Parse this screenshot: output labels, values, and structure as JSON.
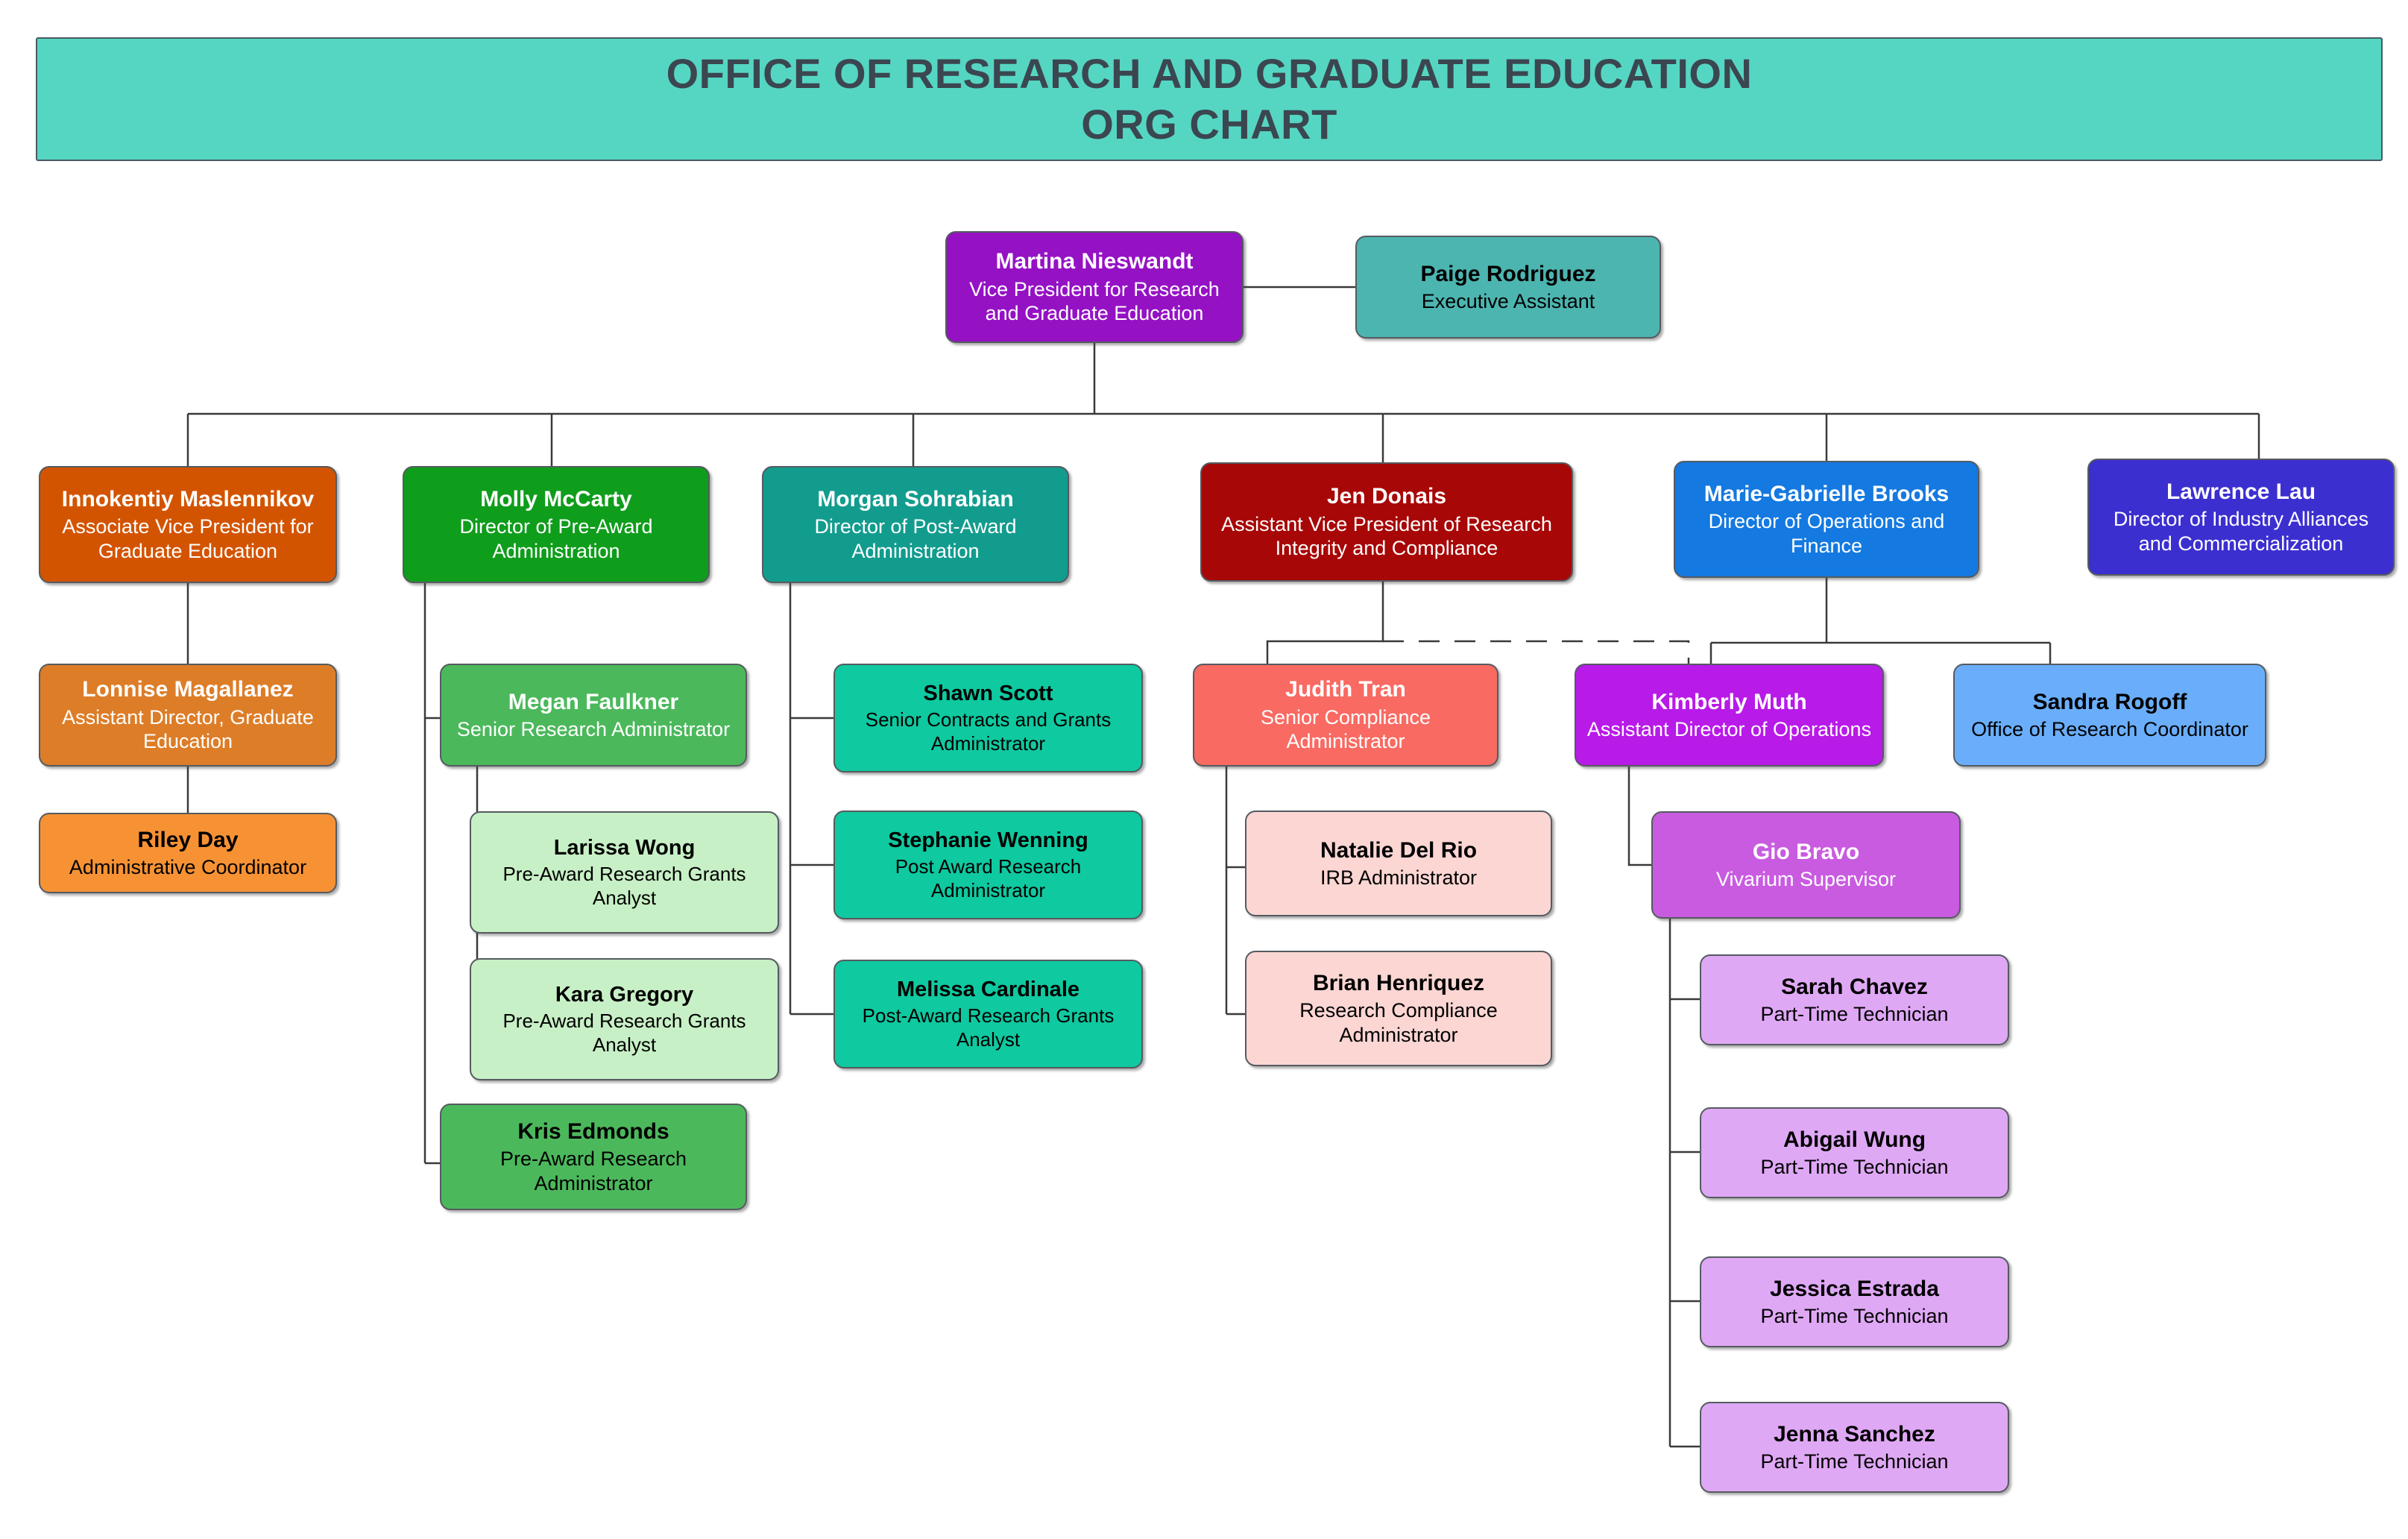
{
  "header": {
    "line1": "OFFICE OF RESEARCH AND GRADUATE EDUCATION",
    "line2": "ORG CHART",
    "bg_color": "#55d6c2",
    "text_color": "#3b4650"
  },
  "chart_data": {
    "type": "diagram",
    "title": "OFFICE OF RESEARCH AND GRADUATE EDUCATION ORG CHART",
    "diagram_kind": "organizational-chart",
    "nodes": [
      {
        "id": "martina",
        "name": "Martina Nieswandt",
        "title": "Vice President for Research and Graduate Education",
        "color": "#9512c4",
        "text_color": "#ffffff",
        "level": 0,
        "parent": null
      },
      {
        "id": "paige",
        "name": "Paige Rodriguez",
        "title": "Executive Assistant",
        "color": "#4cb5b0",
        "text_color": "#000000",
        "level": 0,
        "parent": "martina",
        "relation": "assistant"
      },
      {
        "id": "innokentiy",
        "name": "Innokentiy Maslennikov",
        "title": "Associate Vice President for Graduate Education",
        "color": "#d35400",
        "text_color": "#ffffff",
        "level": 1,
        "parent": "martina"
      },
      {
        "id": "molly",
        "name": "Molly McCarty",
        "title": "Director of Pre-Award Administration",
        "color": "#0f9d1c",
        "text_color": "#ffffff",
        "level": 1,
        "parent": "martina"
      },
      {
        "id": "morgan",
        "name": "Morgan Sohrabian",
        "title": "Director of Post-Award Administration",
        "color": "#129c8e",
        "text_color": "#ffffff",
        "level": 1,
        "parent": "martina"
      },
      {
        "id": "jen",
        "name": "Jen Donais",
        "title": "Assistant Vice President of Research Integrity and Compliance",
        "color": "#a80707",
        "text_color": "#ffffff",
        "level": 1,
        "parent": "martina"
      },
      {
        "id": "marie",
        "name": "Marie-Gabrielle Brooks",
        "title": "Director of Operations and Finance",
        "color": "#1479e0",
        "text_color": "#ffffff",
        "level": 1,
        "parent": "martina"
      },
      {
        "id": "lawrence",
        "name": "Lawrence Lau",
        "title": "Director of Industry Alliances and Commercialization",
        "color": "#3c2fd0",
        "text_color": "#ffffff",
        "level": 1,
        "parent": "martina"
      },
      {
        "id": "lonnise",
        "name": "Lonnise Magallanez",
        "title": "Assistant Director, Graduate Education",
        "color": "#dd7d28",
        "text_color": "#ffffff",
        "level": 2,
        "parent": "innokentiy"
      },
      {
        "id": "riley",
        "name": "Riley Day",
        "title": "Administrative Coordinator",
        "color": "#f79234",
        "text_color": "#000000",
        "level": 3,
        "parent": "lonnise"
      },
      {
        "id": "megan",
        "name": "Megan Faulkner",
        "title": "Senior Research Administrator",
        "color": "#4cb85c",
        "text_color": "#ffffff",
        "level": 2,
        "parent": "molly"
      },
      {
        "id": "larissa",
        "name": "Larissa Wong",
        "title": "Pre-Award Research Grants Analyst",
        "color": "#c8f0c6",
        "text_color": "#000000",
        "level": 3,
        "parent": "megan"
      },
      {
        "id": "kara",
        "name": "Kara Gregory",
        "title": "Pre-Award Research Grants Analyst",
        "color": "#c8f0c6",
        "text_color": "#000000",
        "level": 3,
        "parent": "megan"
      },
      {
        "id": "kris",
        "name": "Kris Edmonds",
        "title": "Pre-Award Research Administrator",
        "color": "#4cb85c",
        "text_color": "#000000",
        "level": 2,
        "parent": "molly"
      },
      {
        "id": "shawn",
        "name": "Shawn Scott",
        "title": "Senior Contracts and Grants Administrator",
        "color": "#0fc9a0",
        "text_color": "#000000",
        "level": 2,
        "parent": "morgan"
      },
      {
        "id": "stephanie",
        "name": "Stephanie Wenning",
        "title": "Post Award Research Administrator",
        "color": "#0fc9a0",
        "text_color": "#000000",
        "level": 2,
        "parent": "morgan"
      },
      {
        "id": "melissa",
        "name": "Melissa Cardinale",
        "title": "Post-Award Research Grants Analyst",
        "color": "#0fc9a0",
        "text_color": "#000000",
        "level": 2,
        "parent": "morgan"
      },
      {
        "id": "judith",
        "name": "Judith Tran",
        "title": "Senior Compliance Administrator",
        "color": "#f96a62",
        "text_color": "#ffffff",
        "level": 2,
        "parent": "jen"
      },
      {
        "id": "natalie",
        "name": "Natalie Del Rio",
        "title": "IRB Administrator",
        "color": "#fbd6d3",
        "text_color": "#000000",
        "level": 3,
        "parent": "judith"
      },
      {
        "id": "brian",
        "name": "Brian Henriquez",
        "title": "Research Compliance Administrator",
        "color": "#fbd6d3",
        "text_color": "#000000",
        "level": 3,
        "parent": "judith"
      },
      {
        "id": "kimberly",
        "name": "Kimberly Muth",
        "title": "Assistant Director of Operations",
        "color": "#b81ae8",
        "text_color": "#ffffff",
        "level": 2,
        "parent": "marie",
        "dotted_parent": "jen"
      },
      {
        "id": "sandra",
        "name": "Sandra Rogoff",
        "title": "Office of Research Coordinator",
        "color": "#6aaefb",
        "text_color": "#000000",
        "level": 2,
        "parent": "marie"
      },
      {
        "id": "gio",
        "name": "Gio Bravo",
        "title": "Vivarium Supervisor",
        "color": "#c95be0",
        "text_color": "#ffffff",
        "level": 3,
        "parent": "kimberly"
      },
      {
        "id": "sarah",
        "name": "Sarah Chavez",
        "title": "Part-Time Technician",
        "color": "#dfa8f5",
        "text_color": "#000000",
        "level": 4,
        "parent": "gio"
      },
      {
        "id": "abigail",
        "name": "Abigail Wung",
        "title": "Part-Time Technician",
        "color": "#dfa8f5",
        "text_color": "#000000",
        "level": 4,
        "parent": "gio"
      },
      {
        "id": "jessica",
        "name": "Jessica Estrada",
        "title": "Part-Time Technician",
        "color": "#dfa8f5",
        "text_color": "#000000",
        "level": 4,
        "parent": "gio"
      },
      {
        "id": "jenna",
        "name": "Jenna Sanchez",
        "title": "Part-Time Technician",
        "color": "#dfa8f5",
        "text_color": "#000000",
        "level": 4,
        "parent": "gio"
      }
    ],
    "connector_style": "orthogonal-elbow",
    "dotted_connection_note": "Dashed line connects Jen Donais to Kimberly Muth"
  }
}
